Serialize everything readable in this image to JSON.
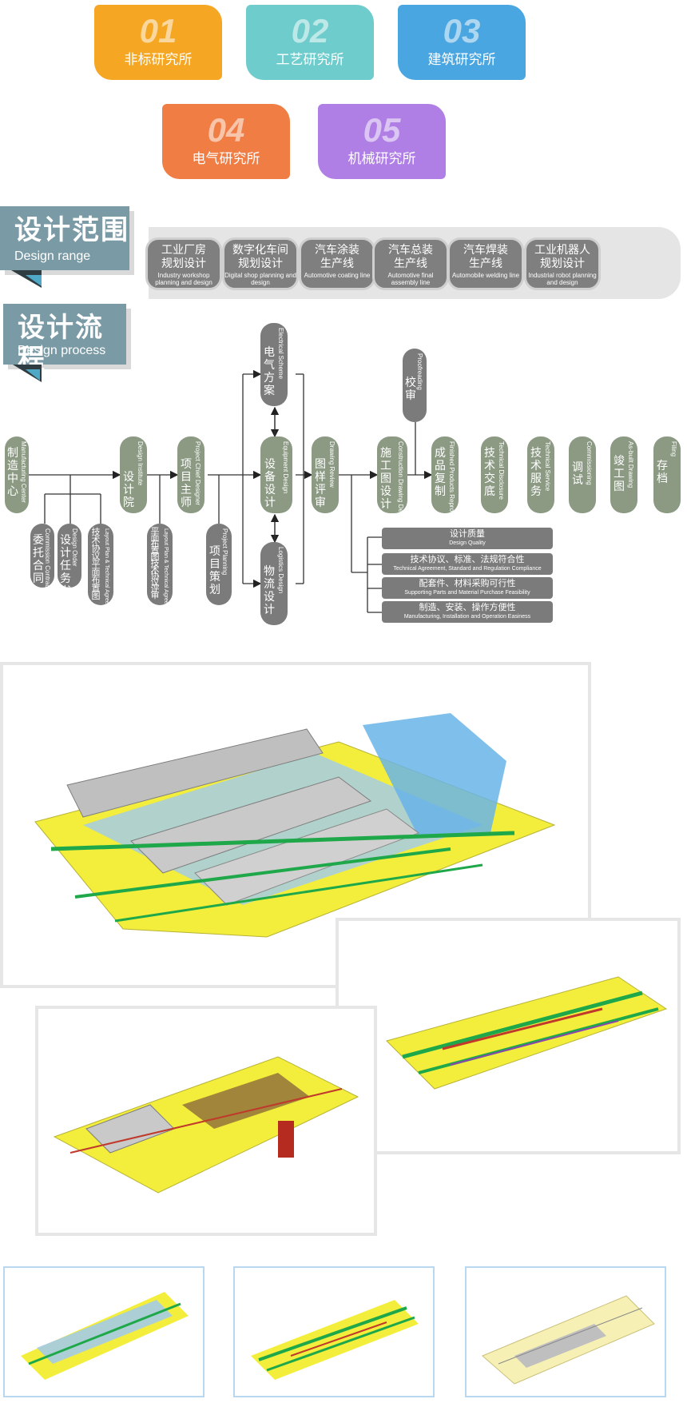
{
  "institutes": [
    {
      "num": "01",
      "label": "非标研究所",
      "color": "#f5a623"
    },
    {
      "num": "02",
      "label": "工艺研究所",
      "color": "#6ecccc"
    },
    {
      "num": "03",
      "label": "建筑研究所",
      "color": "#4aa6e0"
    },
    {
      "num": "04",
      "label": "电气研究所",
      "color": "#f07d43"
    },
    {
      "num": "05",
      "label": "机械研究所",
      "color": "#b07fe6"
    }
  ],
  "design_range": {
    "title_zh": "设计范围",
    "title_en": "Design range",
    "items": [
      {
        "zh1": "工业厂房",
        "zh2": "规划设计",
        "en": "Industry workshop planning and design"
      },
      {
        "zh1": "数字化车间",
        "zh2": "规划设计",
        "en": "Digital shop planning and design"
      },
      {
        "zh1": "汽车涂装",
        "zh2": "生产线",
        "en": "Automotive coating line"
      },
      {
        "zh1": "汽车总装",
        "zh2": "生产线",
        "en": "Automotive final assembly line"
      },
      {
        "zh1": "汽车焊装",
        "zh2": "生产线",
        "en": "Automobile welding line"
      },
      {
        "zh1": "工业机器人",
        "zh2": "规划设计",
        "en": "Industrial robot planning and design"
      }
    ]
  },
  "design_process": {
    "title_zh": "设计流程",
    "title_en": "Design process",
    "main": [
      {
        "zh": "制造中心",
        "en": "Manufacturing Center"
      },
      {
        "zh": "设计院",
        "en": "Design Institute"
      },
      {
        "zh": "项目主师",
        "en": "Project Chief Designer"
      },
      {
        "zh": "设备设计",
        "en": "Equipment Design"
      },
      {
        "zh": "图样评审",
        "en": "Drawing Review"
      },
      {
        "zh": "施工图设计",
        "en": "Construction Drawing Design"
      },
      {
        "zh": "成品复制",
        "en": "Finished Products Reproduction"
      },
      {
        "zh": "技术交底",
        "en": "Technical Disclosure"
      },
      {
        "zh": "技术服务",
        "en": "Technical Service"
      },
      {
        "zh": "调试",
        "en": "Commissioning"
      },
      {
        "zh": "竣工图",
        "en": "As-built Drawing"
      },
      {
        "zh": "存档",
        "en": "Filing"
      }
    ],
    "upper": [
      {
        "zh": "电气方案",
        "en": "Electrical Scheme"
      },
      {
        "zh": "校审",
        "en": "Proofreading"
      }
    ],
    "lower": [
      {
        "zh": "委托合同",
        "en": "Commission Contract"
      },
      {
        "zh": "设计任务书",
        "en": "Design Order"
      },
      {
        "zh": "技术协议平面布置图",
        "en": "Layout Plan & Technical Agreement"
      },
      {
        "zh": "平面布置图技术协议评审",
        "en": "Layout Plan & Technical Agreement Review"
      },
      {
        "zh": "项目策划",
        "en": "Project Planning"
      },
      {
        "zh": "物流设计",
        "en": "Logistics Design"
      }
    ],
    "quality": [
      {
        "zh": "设计质量",
        "en": "Design Quality"
      },
      {
        "zh": "技术协议、标准、法规符合性",
        "en": "Technical Agreement, Standard and Regulation Compliance"
      },
      {
        "zh": "配套件、材料采购可行性",
        "en": "Supporting Parts and Material Purchase Feasibility"
      },
      {
        "zh": "制造、安装、操作方便性",
        "en": "Manufacturing, Installation and Operation Easiness"
      }
    ]
  },
  "gallery": {
    "large": [
      "plant-layout-3d-1",
      "plant-layout-3d-2",
      "plant-layout-3d-3"
    ],
    "thumbs": [
      "thumb-layout-1",
      "thumb-layout-2",
      "thumb-layout-3"
    ]
  }
}
